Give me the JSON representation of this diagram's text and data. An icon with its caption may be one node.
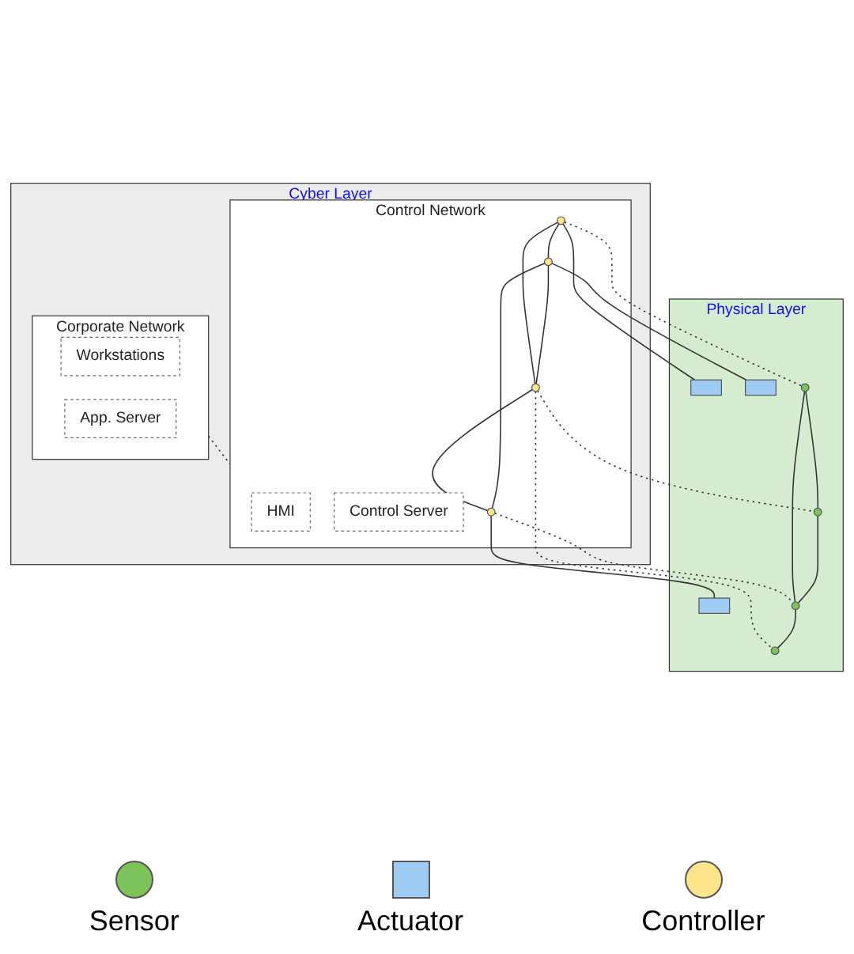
{
  "diagram": {
    "nodes": [
      {
        "text": [
          "Cyber Layer"
        ]
      },
      {
        "text": [
          "Corporate Network"
        ],
        "in": 0
      },
      {
        "text": [
          "Workstations"
        ],
        "in": 1
      },
      {
        "text": [
          "App. Server"
        ],
        "in": 1
      },
      {
        "text": [
          "Control Network"
        ],
        "in": 0
      },
      {
        "text": [
          "Control Server"
        ],
        "in": 4
      },
      {
        "text": [],
        "shape": "circle",
        "in": 4
      },
      {
        "text": [],
        "shape": "circle",
        "in": 4
      },
      {
        "text": [],
        "shape": "circle",
        "in": 4
      },
      {
        "text": [],
        "shape": "circle",
        "in": 4
      },
      {
        "text": [
          "HMI"
        ],
        "in": 4
      },
      {
        "text": [
          "Physical Layer"
        ]
      },
      {
        "text": [],
        "shape": "box",
        "in": 11
      },
      {
        "text": [],
        "shape": "box",
        "in": 11
      },
      {
        "text": [],
        "shape": "box",
        "in": 11
      },
      {
        "text": [],
        "shape": "circle",
        "in": 11
      },
      {
        "text": [],
        "shape": "circle",
        "in": 11
      },
      {
        "text": [],
        "shape": "circle",
        "in": 11
      },
      {
        "text": [],
        "shape": "circle",
        "in": 11
      }
    ],
    "edges": [
      {
        "from": 1,
        "to": 4,
        "arrow": "none",
        "style": "dashed"
      },
      {
        "from": 6,
        "to": 7,
        "arrow": "none"
      },
      {
        "from": 6,
        "to": 8,
        "arrow": "none"
      },
      {
        "from": 8,
        "to": 7,
        "arrow": "none"
      },
      {
        "from": 7,
        "to": 9,
        "arrow": "none"
      },
      {
        "from": 8,
        "to": 9,
        "arrow": "none"
      },
      {
        "from": 6,
        "to": 12,
        "arrow": "none"
      },
      {
        "from": 8,
        "to": 13,
        "arrow": "none"
      },
      {
        "from": 9,
        "to": 14,
        "arrow": "none"
      },
      {
        "from": 6,
        "to": 15,
        "arrow": "none",
        "style": "dashed"
      },
      {
        "from": 7,
        "to": 17,
        "arrow": "none",
        "style": "dashed"
      },
      {
        "from": 9,
        "to": 16,
        "arrow": "none",
        "style": "dashed"
      },
      {
        "from": 7,
        "to": 18,
        "arrow": "none",
        "style": "dashed"
      },
      {
        "from": 15,
        "to": 16,
        "arrow": "none"
      },
      {
        "from": 15,
        "to": 17,
        "arrow": "none"
      },
      {
        "from": 17,
        "to": 16,
        "arrow": "none"
      },
      {
        "from": 16,
        "to": 18,
        "arrow": "none"
      }
    ],
    "legend": [
      {
        "text": "Sensor",
        "color": "#7cc35c"
      },
      {
        "text": "Actuator",
        "color": "#9ecbf2"
      },
      {
        "text": "Controller",
        "color": "#fde58c"
      }
    ]
  }
}
